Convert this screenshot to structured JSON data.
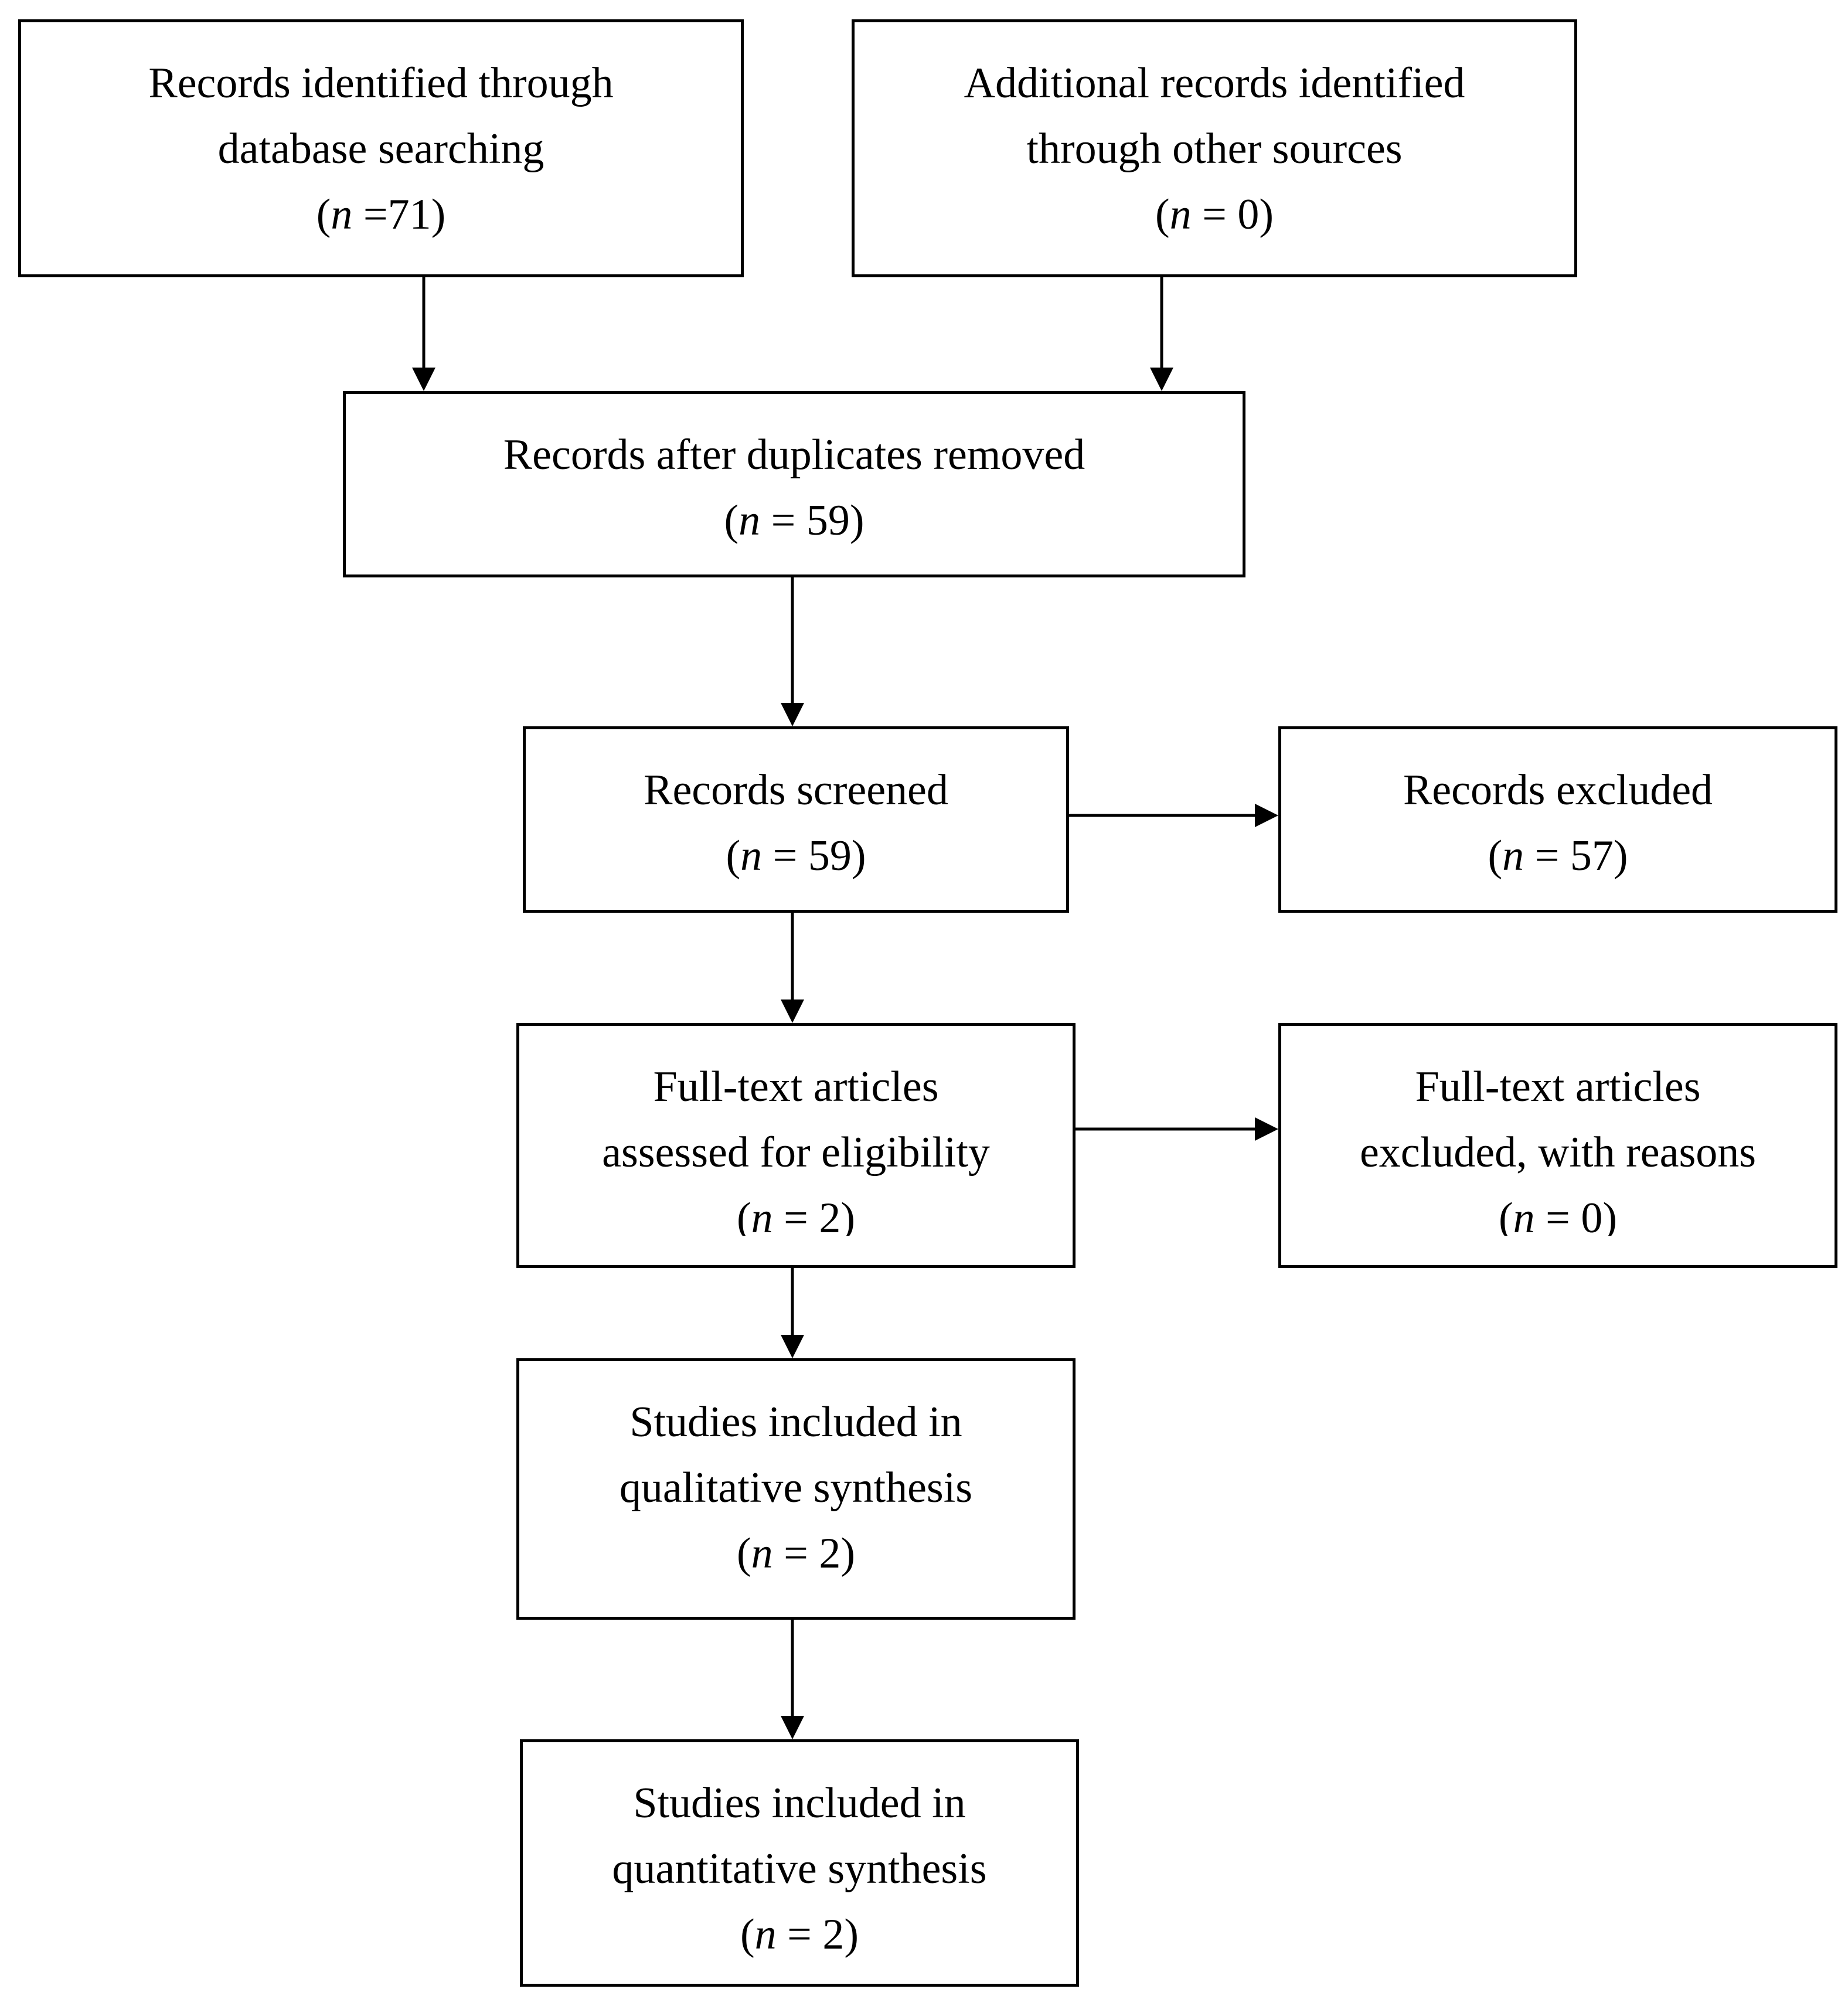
{
  "boxes": {
    "database_search": {
      "line1": "Records identified through",
      "line2": "database searching",
      "n_open": "(",
      "n_var": "n",
      "n_rest": " =71)"
    },
    "other_sources": {
      "line1": "Additional records identified",
      "line2": "through other sources",
      "n_open": "(",
      "n_var": "n",
      "n_rest": " = 0)"
    },
    "duplicates_removed": {
      "line1": "Records after duplicates removed",
      "n_open": "(",
      "n_var": "n",
      "n_rest": " = 59)"
    },
    "screened": {
      "line1": "Records screened",
      "n_open": "(",
      "n_var": "n",
      "n_rest": " = 59)"
    },
    "excluded": {
      "line1": "Records excluded",
      "n_open": "(",
      "n_var": "n",
      "n_rest": " = 57)"
    },
    "full_text_assessed": {
      "line1": "Full-text articles",
      "line2": "assessed for eligibility",
      "n_open": "(",
      "n_var": "n",
      "n_rest": " = 2)"
    },
    "full_text_excluded": {
      "line1": "Full-text articles",
      "line2": "excluded, with reasons",
      "n_open": "(",
      "n_var": "n",
      "n_rest": " = 0)"
    },
    "qualitative": {
      "line1": "Studies included in",
      "line2": "qualitative synthesis",
      "n_open": "(",
      "n_var": "n",
      "n_rest": " = 2)"
    },
    "quantitative": {
      "line1": "Studies included in",
      "line2": "quantitative synthesis",
      "n_open": "(",
      "n_var": "n",
      "n_rest": " = 2)"
    }
  },
  "colors": {
    "line": "#000000",
    "background": "#ffffff",
    "text": "#000000"
  }
}
